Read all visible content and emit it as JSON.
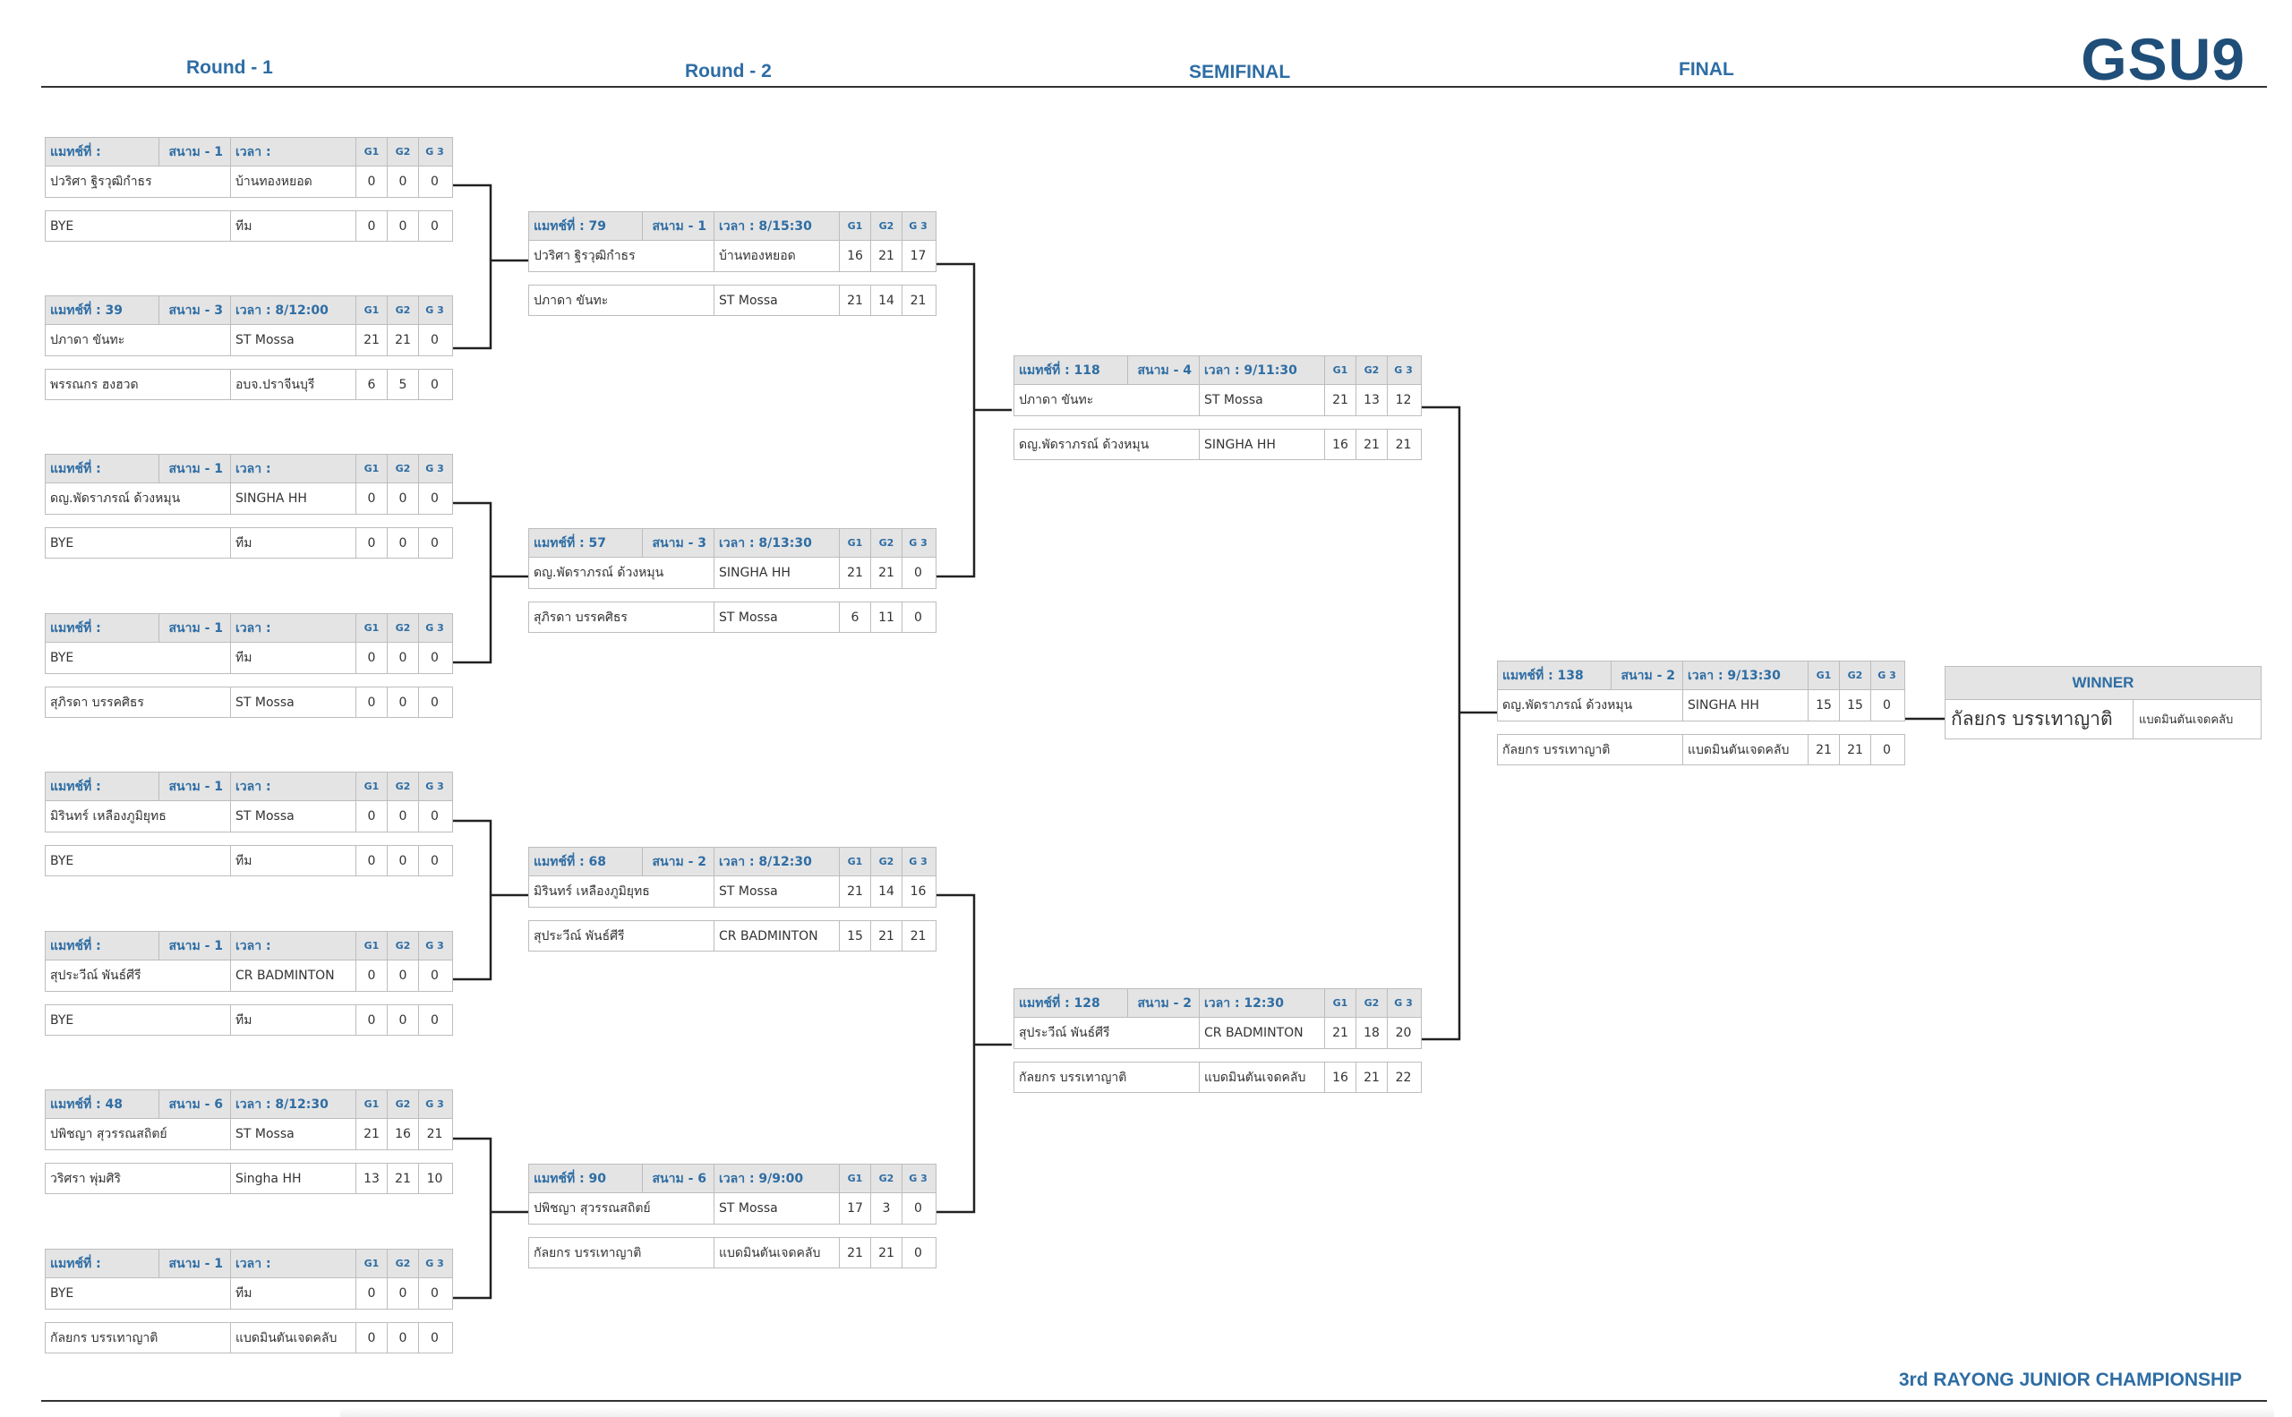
{
  "headers": {
    "round1": "Round - 1",
    "round2": "Round - 2",
    "semifinal": "SEMIFINAL",
    "final": "FINAL"
  },
  "logo": "GSU9",
  "footer": "3rd RAYONG JUNIOR CHAMPIONSHIP",
  "labels": {
    "g1": "G1",
    "g2": "G2",
    "g3": "G 3"
  },
  "round1": [
    {
      "match": "แมทช์ที่ :",
      "court": "สนาม - 1",
      "time": "เวลา :",
      "p1": {
        "name": "ปวริศา ฐิรวุฒิกำธร",
        "team": "บ้านทองหยอด",
        "s": [
          "0",
          "0",
          "0"
        ]
      },
      "p2": {
        "name": "BYE",
        "team": "ทีม",
        "s": [
          "0",
          "0",
          "0"
        ]
      }
    },
    {
      "match": "แมทช์ที่ : 39",
      "court": "สนาม - 3",
      "time": "เวลา : 8/12:00",
      "p1": {
        "name": "ปภาดา ขันทะ",
        "team": "ST Mossa",
        "s": [
          "21",
          "21",
          "0"
        ]
      },
      "p2": {
        "name": "พรรณกร ฮงฮวด",
        "team": "อบจ.ปราจีนบุรี",
        "s": [
          "6",
          "5",
          "0"
        ]
      }
    },
    {
      "match": "แมทช์ที่ :",
      "court": "สนาม - 1",
      "time": "เวลา :",
      "p1": {
        "name": "ดญ.พัดราภรณ์ ด้วงหมุน",
        "team": "SINGHA HH",
        "s": [
          "0",
          "0",
          "0"
        ]
      },
      "p2": {
        "name": "BYE",
        "team": "ทีม",
        "s": [
          "0",
          "0",
          "0"
        ]
      }
    },
    {
      "match": "แมทช์ที่ :",
      "court": "สนาม - 1",
      "time": "เวลา :",
      "p1": {
        "name": "BYE",
        "team": "ทีม",
        "s": [
          "0",
          "0",
          "0"
        ]
      },
      "p2": {
        "name": "สุภิรดา บรรคศิธร",
        "team": "ST Mossa",
        "s": [
          "0",
          "0",
          "0"
        ]
      }
    },
    {
      "match": "แมทช์ที่ :",
      "court": "สนาม - 1",
      "time": "เวลา :",
      "p1": {
        "name": "มิรินทร์ เหลืองภูมิยุทธ",
        "team": "ST Mossa",
        "s": [
          "0",
          "0",
          "0"
        ]
      },
      "p2": {
        "name": "BYE",
        "team": "ทีม",
        "s": [
          "0",
          "0",
          "0"
        ]
      }
    },
    {
      "match": "แมทช์ที่ :",
      "court": "สนาม - 1",
      "time": "เวลา :",
      "p1": {
        "name": "สุประวีณ์ พันธ์ศีรี",
        "team": "CR BADMINTON",
        "s": [
          "0",
          "0",
          "0"
        ]
      },
      "p2": {
        "name": "BYE",
        "team": "ทีม",
        "s": [
          "0",
          "0",
          "0"
        ]
      }
    },
    {
      "match": "แมทช์ที่ : 48",
      "court": "สนาม - 6",
      "time": "เวลา : 8/12:30",
      "p1": {
        "name": "ปพิชญา สุวรรณสถิตย์",
        "team": "ST Mossa",
        "s": [
          "21",
          "16",
          "21"
        ]
      },
      "p2": {
        "name": "วริศรา พุ่มศิริ",
        "team": "Singha HH",
        "s": [
          "13",
          "21",
          "10"
        ]
      }
    },
    {
      "match": "แมทช์ที่ :",
      "court": "สนาม - 1",
      "time": "เวลา :",
      "p1": {
        "name": "BYE",
        "team": "ทีม",
        "s": [
          "0",
          "0",
          "0"
        ]
      },
      "p2": {
        "name": "กัลยกร บรรเทาญาติ",
        "team": "แบดมินตันเจดคลับ",
        "s": [
          "0",
          "0",
          "0"
        ]
      }
    }
  ],
  "round2": [
    {
      "match": "แมทช์ที่ : 79",
      "court": "สนาม - 1",
      "time": "เวลา : 8/15:30",
      "p1": {
        "name": "ปวริศา ฐิรวุฒิกำธร",
        "team": "บ้านทองหยอด",
        "s": [
          "16",
          "21",
          "17"
        ]
      },
      "p2": {
        "name": "ปภาดา ขันทะ",
        "team": "ST Mossa",
        "s": [
          "21",
          "14",
          "21"
        ]
      }
    },
    {
      "match": "แมทช์ที่ : 57",
      "court": "สนาม - 3",
      "time": "เวลา : 8/13:30",
      "p1": {
        "name": "ดญ.พัดราภรณ์ ด้วงหมุน",
        "team": "SINGHA HH",
        "s": [
          "21",
          "21",
          "0"
        ]
      },
      "p2": {
        "name": "สุภิรดา บรรคศิธร",
        "team": "ST Mossa",
        "s": [
          "6",
          "11",
          "0"
        ]
      }
    },
    {
      "match": "แมทช์ที่ : 68",
      "court": "สนาม - 2",
      "time": "เวลา : 8/12:30",
      "p1": {
        "name": "มิรินทร์ เหลืองภูมิยุทธ",
        "team": "ST Mossa",
        "s": [
          "21",
          "14",
          "16"
        ]
      },
      "p2": {
        "name": "สุประวีณ์ พันธ์ศีรี",
        "team": "CR BADMINTON",
        "s": [
          "15",
          "21",
          "21"
        ]
      }
    },
    {
      "match": "แมทช์ที่ : 90",
      "court": "สนาม - 6",
      "time": "เวลา : 9/9:00",
      "p1": {
        "name": "ปพิชญา สุวรรณสถิตย์",
        "team": "ST Mossa",
        "s": [
          "17",
          "3",
          "0"
        ]
      },
      "p2": {
        "name": "กัลยกร บรรเทาญาติ",
        "team": "แบดมินตันเจดคลับ",
        "s": [
          "21",
          "21",
          "0"
        ]
      }
    }
  ],
  "semifinal": [
    {
      "match": "แมทช์ที่ : 118",
      "court": "สนาม - 4",
      "time": "เวลา : 9/11:30",
      "p1": {
        "name": "ปภาดา ขันทะ",
        "team": "ST Mossa",
        "s": [
          "21",
          "13",
          "12"
        ]
      },
      "p2": {
        "name": "ดญ.พัดราภรณ์ ด้วงหมุน",
        "team": "SINGHA HH",
        "s": [
          "16",
          "21",
          "21"
        ]
      }
    },
    {
      "match": "แมทช์ที่ : 128",
      "court": "สนาม - 2",
      "time": "เวลา : 12:30",
      "p1": {
        "name": "สุประวีณ์ พันธ์ศีรี",
        "team": "CR BADMINTON",
        "s": [
          "21",
          "18",
          "20"
        ]
      },
      "p2": {
        "name": "กัลยกร บรรเทาญาติ",
        "team": "แบดมินตันเจดคลับ",
        "s": [
          "16",
          "21",
          "22"
        ]
      }
    }
  ],
  "final": [
    {
      "match": "แมทช์ที่ : 138",
      "court": "สนาม - 2",
      "time": "เวลา : 9/13:30",
      "p1": {
        "name": "ดญ.พัดราภรณ์ ด้วงหมุน",
        "team": "SINGHA HH",
        "s": [
          "15",
          "15",
          "0"
        ]
      },
      "p2": {
        "name": "กัลยกร บรรเทาญาติ",
        "team": "แบดมินตันเจดคลับ",
        "s": [
          "21",
          "21",
          "0"
        ]
      }
    }
  ],
  "winner": {
    "label": "WINNER",
    "name": "กัลยกร บรรเทาญาติ",
    "team": "แบดมินตันเจดคลับ"
  }
}
